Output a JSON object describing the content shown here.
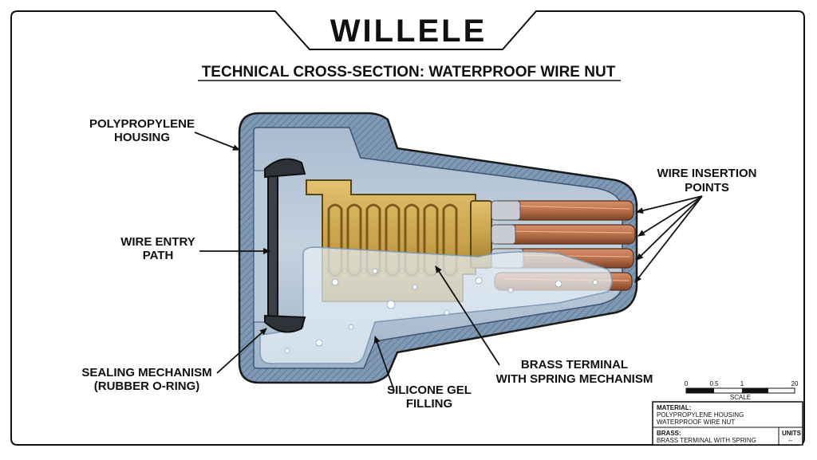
{
  "brand": {
    "logo_text": "WILLELE"
  },
  "title": "TECHNICAL CROSS-SECTION: WATERPROOF WIRE NUT",
  "labels": {
    "housing": [
      "POLYPROPYLENE",
      "HOUSING"
    ],
    "wire_entry": [
      "WIRE ENTRY",
      "PATH"
    ],
    "sealing": [
      "SEALING MECHANISM",
      "(RUBBER O-RING)"
    ],
    "gel": [
      "SILICONE GEL",
      "FILLING"
    ],
    "terminal": [
      "BRASS TERMINAL",
      "WITH SPRING MECHANISM"
    ],
    "insertion": [
      "WIRE INSERTION",
      "POINTS"
    ]
  },
  "scale": {
    "ticks": [
      "0",
      "0.5",
      "1",
      "20"
    ],
    "label": "SCALE"
  },
  "title_block": {
    "material_heading": "MATERIAL:",
    "material_lines": [
      "POLYPROPYLENE HOUSING",
      "WATERPROOF WIRE NUT"
    ],
    "brass_heading": "BRASS:",
    "brass_line": "BRASS TERMINAL WITH SPRING",
    "units_heading": "UNITS",
    "units_value": "--"
  },
  "colors": {
    "housing": "#8fa7c0",
    "housing_dark": "#5f7894",
    "brass": "#c9a24a",
    "copper": "#b8704a",
    "gel": "#dce9f2",
    "outline": "#1a1a1a"
  }
}
